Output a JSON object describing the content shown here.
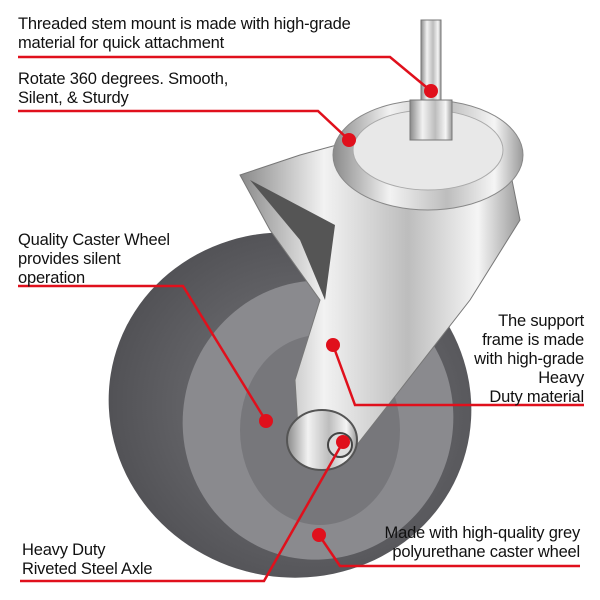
{
  "callouts": {
    "stem": "Threaded stem mount is made with high-grade\nmaterial for quick attachment",
    "rotate": "Rotate 360 degrees. Smooth,\nSilent, & Sturdy",
    "wheel": "Quality Caster Wheel\nprovides silent\noperation",
    "frame": "The support\nframe is made\nwith high-grade\nHeavy\nDuty material",
    "polyurethane": "Made with high-quality grey\npolyurethane caster wheel",
    "axle": "Heavy Duty\nRiveted Steel Axle"
  },
  "colors": {
    "accent": "#e0101c",
    "wheel": "#6e6e72",
    "metal": "#d8d8d8"
  }
}
